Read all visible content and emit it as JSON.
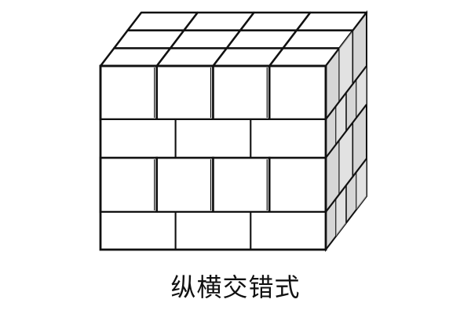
{
  "caption": "纵横交错式",
  "colors": {
    "front_face": "#ffffff",
    "top_face": "#ffffff",
    "side_face": "#d6d6d6",
    "side_face_light": "#ececec",
    "edge": "#111111"
  },
  "pattern": {
    "name_text": "纵横交错式",
    "front_rows": [
      {
        "layer": 1,
        "orientation": "header",
        "bricks_visible": 4
      },
      {
        "layer": 2,
        "orientation": "stretcher",
        "bricks_visible": 3
      },
      {
        "layer": 3,
        "orientation": "header",
        "bricks_visible": 4
      },
      {
        "layer": 4,
        "orientation": "stretcher",
        "bricks_visible": 3
      }
    ],
    "top_grid": {
      "columns": 4,
      "rows": 3
    }
  }
}
